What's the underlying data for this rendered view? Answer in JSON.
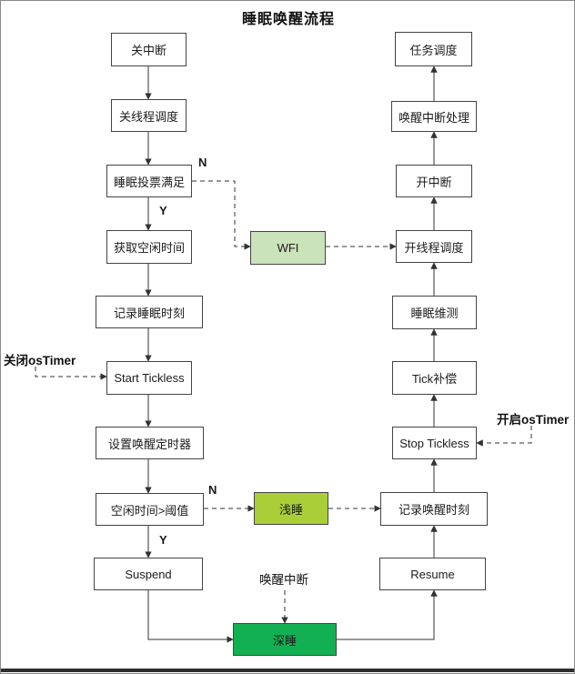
{
  "title": "睡眠唤醒流程",
  "nodes": {
    "off_interrupt": "关中断",
    "off_thread_sched": "关线程调度",
    "sleep_vote": "睡眠投票满足",
    "get_idle_time": "获取空闲时间",
    "record_sleep_time": "记录睡眠时刻",
    "start_tickless": "Start Tickless",
    "set_wakeup_timer": "设置唤醒定时器",
    "idle_gt_threshold": "空闲时间>阈值",
    "suspend": "Suspend",
    "wfi": "WFI",
    "light_sleep": "浅睡",
    "deep_sleep": "深睡",
    "task_sched": "任务调度",
    "wakeup_int_handle": "唤醒中断处理",
    "on_interrupt": "开中断",
    "on_thread_sched": "开线程调度",
    "sleep_maintain": "睡眠维测",
    "tick_compensate": "Tick补偿",
    "stop_tickless": "Stop Tickless",
    "record_wakeup_time": "记录唤醒时刻",
    "resume": "Resume"
  },
  "branch_labels": {
    "vote_no": "N",
    "vote_yes": "Y",
    "idle_no": "N",
    "idle_yes": "Y"
  },
  "annotations": {
    "close_os_timer": "关闭osTimer",
    "open_os_timer": "开启osTimer",
    "wakeup_interrupt": "唤醒中断"
  },
  "colors": {
    "wfi_fill": "#cbe3ba",
    "light_sleep_fill": "#a9ce38",
    "deep_sleep_fill": "#12b053"
  }
}
